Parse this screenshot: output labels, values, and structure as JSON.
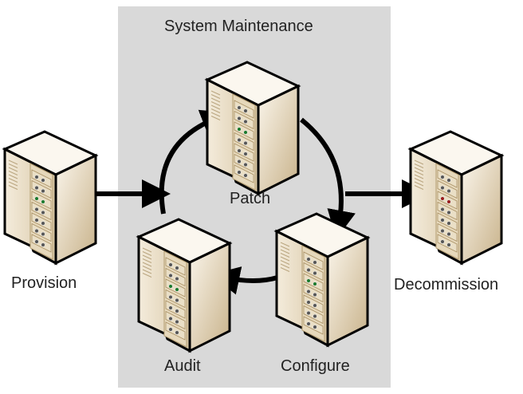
{
  "group": {
    "title": "System Maintenance",
    "background": "#d9d9d9"
  },
  "nodes": [
    {
      "id": "provision",
      "label": "Provision",
      "led_color": "#1a7a2a"
    },
    {
      "id": "patch",
      "label": "Patch",
      "led_color": "#1a7a2a"
    },
    {
      "id": "configure",
      "label": "Configure",
      "led_color": "#1a7a2a"
    },
    {
      "id": "audit",
      "label": "Audit",
      "led_color": "#1a7a2a"
    },
    {
      "id": "decommission",
      "label": "Decommission",
      "led_color": "#9a1a1a"
    }
  ],
  "edges": [
    {
      "from": "provision",
      "to": "patch"
    },
    {
      "from": "patch",
      "to": "configure"
    },
    {
      "from": "configure",
      "to": "audit"
    },
    {
      "from": "audit",
      "to": "patch"
    },
    {
      "from": "patch",
      "to": "decommission"
    }
  ]
}
